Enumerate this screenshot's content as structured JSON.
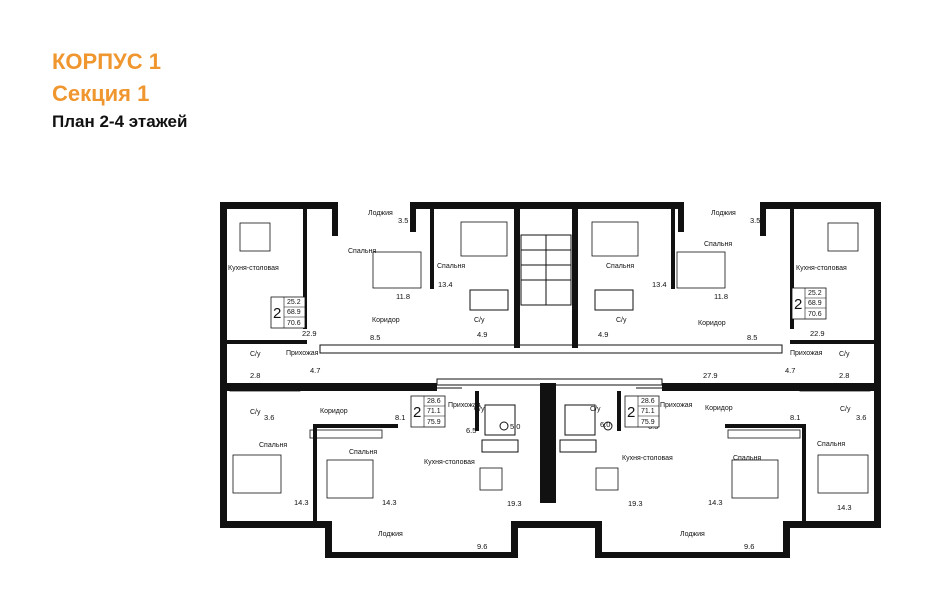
{
  "header": {
    "building": "КОРПУС 1",
    "section": "Секция 1",
    "plan": "План 2-4 этажей"
  },
  "colors": {
    "accent": "#f0962e",
    "text": "#111111",
    "wall": "#111111"
  },
  "labels": {
    "loggia_tl": "Лоджия",
    "loggia_tr": "Лоджия",
    "loggia_bl": "Лоджия",
    "loggia_br": "Лоджия",
    "kitchen_tl": "Кухня-столовая",
    "kitchen_tr": "Кухня-столовая",
    "kitchen_bl": "Кухня-столовая",
    "kitchen_br": "Кухня-столовая",
    "bed_tl1": "Спальня",
    "bed_tl2": "Спальня",
    "bed_tr1": "Спальня",
    "bed_tr2": "Спальня",
    "bed_bl1": "Спальня",
    "bed_bl2": "Спальня",
    "bed_br1": "Спальня",
    "bed_br2": "Спальня",
    "cor_tl": "Коридор",
    "cor_tr": "Коридор",
    "cor_bl": "Коридор",
    "cor_br": "Коридор",
    "hall_tl": "Прихожая",
    "hall_tr": "Прихожая",
    "hall_bl": "Прихожая",
    "hall_br": "Прихожая",
    "wc_tl1": "С/у",
    "wc_tl2": "С/у",
    "wc_tr1": "С/у",
    "wc_tr2": "С/у",
    "wc_bl1": "С/у",
    "wc_bl2": "С/у",
    "wc_br1": "С/у",
    "wc_br2": "С/у"
  },
  "areas": {
    "loggia_tl": "3.5",
    "loggia_tr": "3.5",
    "loggia_bl": "9.6",
    "loggia_br": "9.6",
    "kitchen_tl": "22.9",
    "kitchen_tr": "22.9",
    "kitchen_bl": "19.3",
    "kitchen_br": "19.3",
    "bed_tl1": "11.8",
    "bed_tl2": "13.4",
    "bed_tr1": "13.4",
    "bed_tr2": "11.8",
    "bed_bl1": "14.3",
    "bed_bl2": "14.3",
    "bed_br1": "14.3",
    "bed_br2": "14.3",
    "cor_tl": "8.5",
    "cor_tr": "8.5",
    "cor_bl": "8.1",
    "cor_br": "8.1",
    "hall_tl": "4.7",
    "hall_tr": "4.7",
    "hall_bl": "6.5",
    "hall_br": "6.5",
    "wc_tl1": "2.8",
    "wc_tl2": "4.9",
    "wc_tr1": "4.9",
    "wc_tr2": "2.8",
    "wc_bl1": "3.6",
    "wc_bl2": "5.0",
    "wc_br1": "6.0",
    "wc_br2": "3.6",
    "corridor_common": "27.9"
  },
  "apartments": [
    {
      "id": "tl",
      "rooms": "2",
      "living": "25.2",
      "total": "68.9",
      "with_loggia": "70.6"
    },
    {
      "id": "tr",
      "rooms": "2",
      "living": "25.2",
      "total": "68.9",
      "with_loggia": "70.6"
    },
    {
      "id": "bl",
      "rooms": "2",
      "living": "28.6",
      "total": "71.1",
      "with_loggia": "75.9"
    },
    {
      "id": "br",
      "rooms": "2",
      "living": "28.6",
      "total": "71.1",
      "with_loggia": "75.9"
    }
  ]
}
